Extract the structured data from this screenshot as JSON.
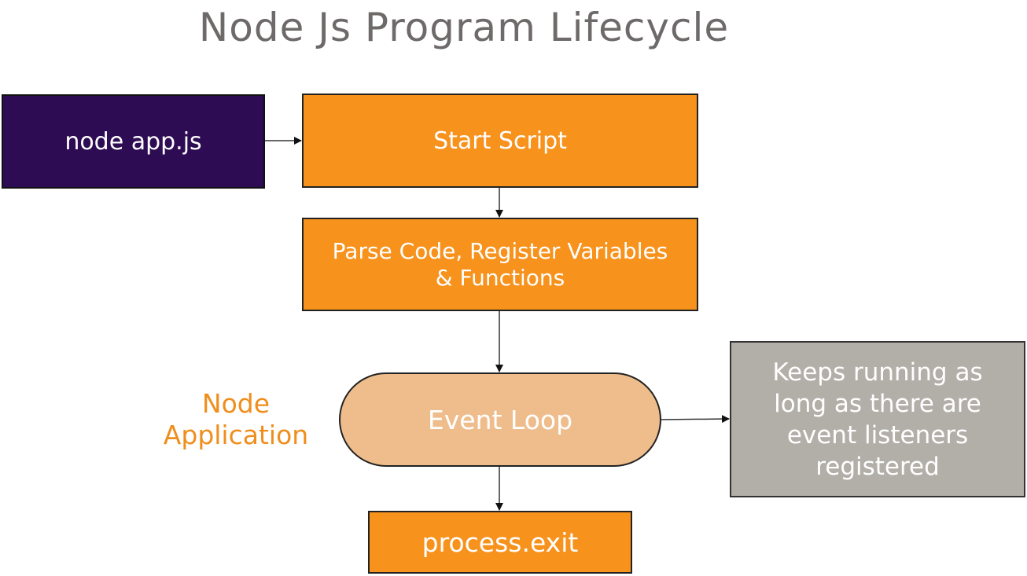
{
  "title": "Node Js Program Lifecycle",
  "nodes": {
    "command": "node app.js",
    "start": "Start Script",
    "parse": [
      "Parse Code, Register Variables",
      "& Functions"
    ],
    "loop": "Event Loop",
    "note": [
      "Keeps running as",
      "long as there are",
      "event listeners",
      "registered"
    ],
    "exit": "process.exit"
  },
  "side_label": [
    "Node",
    "Application"
  ],
  "colors": {
    "title": "#6f6a6a",
    "command_fill": "#2d0c53",
    "step_fill": "#f7921c",
    "loop_fill": "#efbd8c",
    "note_fill": "#b2aea8",
    "side_label": "#ef8e1d"
  },
  "edges": [
    [
      "command",
      "start"
    ],
    [
      "start",
      "parse"
    ],
    [
      "parse",
      "loop"
    ],
    [
      "loop",
      "note"
    ],
    [
      "loop",
      "exit"
    ]
  ]
}
